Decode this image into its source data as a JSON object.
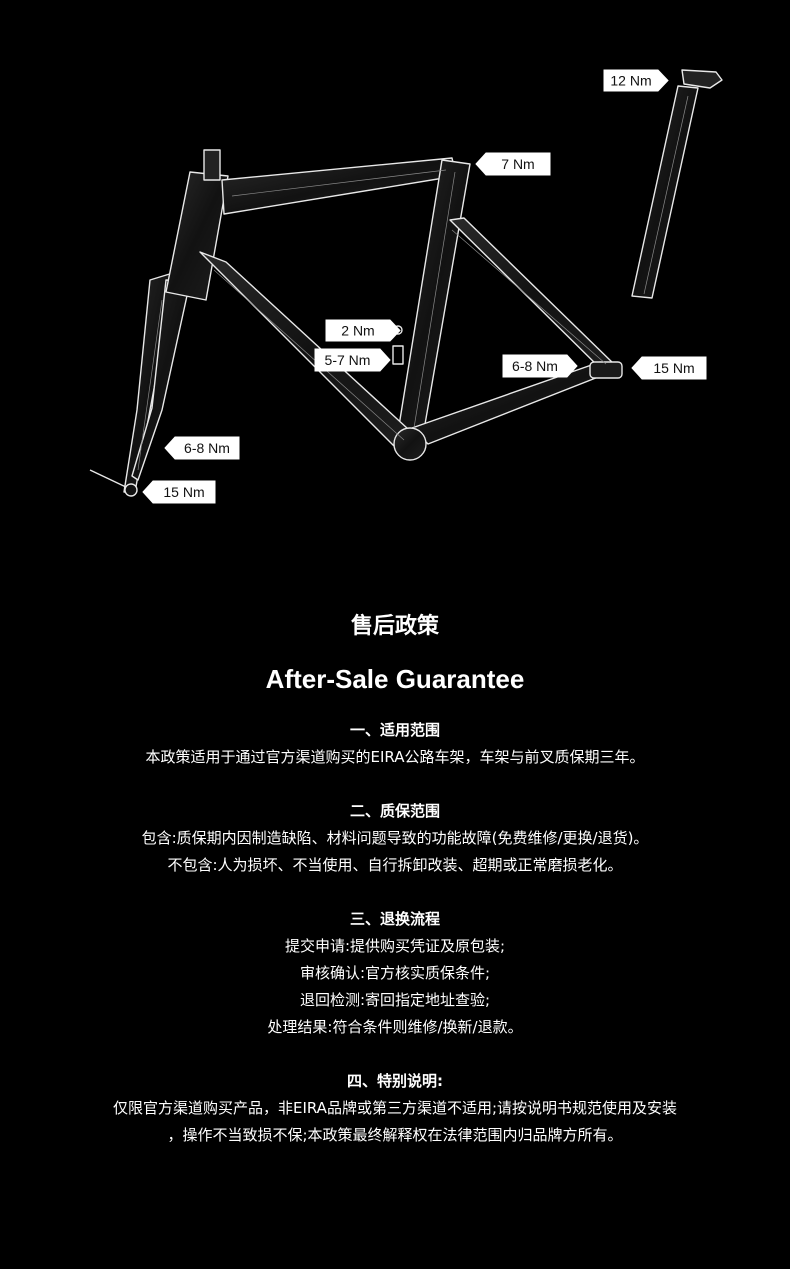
{
  "torque_labels": [
    {
      "id": "seatpost-clamp",
      "text": "12 Nm"
    },
    {
      "id": "seat-binder",
      "text": "7 Nm"
    },
    {
      "id": "bottle-cage",
      "text": "2 Nm"
    },
    {
      "id": "front-derailleur",
      "text": "5-7 Nm"
    },
    {
      "id": "rear-brake",
      "text": "6-8 Nm"
    },
    {
      "id": "rear-axle",
      "text": "15 Nm"
    },
    {
      "id": "front-brake",
      "text": "6-8 Nm"
    },
    {
      "id": "front-axle",
      "text": "15 Nm"
    }
  ],
  "policy": {
    "title_cn": "售后政策",
    "title_en": "After-Sale Guarantee",
    "sections": [
      {
        "heading": "一、适用范围",
        "lines": [
          "本政策适用于通过官方渠道购买的EIRA公路车架，车架与前叉质保期三年。"
        ]
      },
      {
        "heading": "二、质保范围",
        "lines": [
          "包含:质保期内因制造缺陷、材料问题导致的功能故障(免费维修/更换/退货)。",
          "不包含:人为损坏、不当使用、自行拆卸改装、超期或正常磨损老化。"
        ]
      },
      {
        "heading": "三、退换流程",
        "lines": [
          "提交申请:提供购买凭证及原包装;",
          "审核确认:官方核实质保条件;",
          "退回检测:寄回指定地址查验;",
          "处理结果:符合条件则维修/换新/退款。"
        ]
      },
      {
        "heading": "四、特别说明:",
        "lines": [
          "仅限官方渠道购买产品，非EIRA品牌或第三方渠道不适用;请按说明书规范使用及安装",
          "，操作不当致损不保;本政策最终解释权在法律范围内归品牌方所有。"
        ]
      }
    ]
  }
}
